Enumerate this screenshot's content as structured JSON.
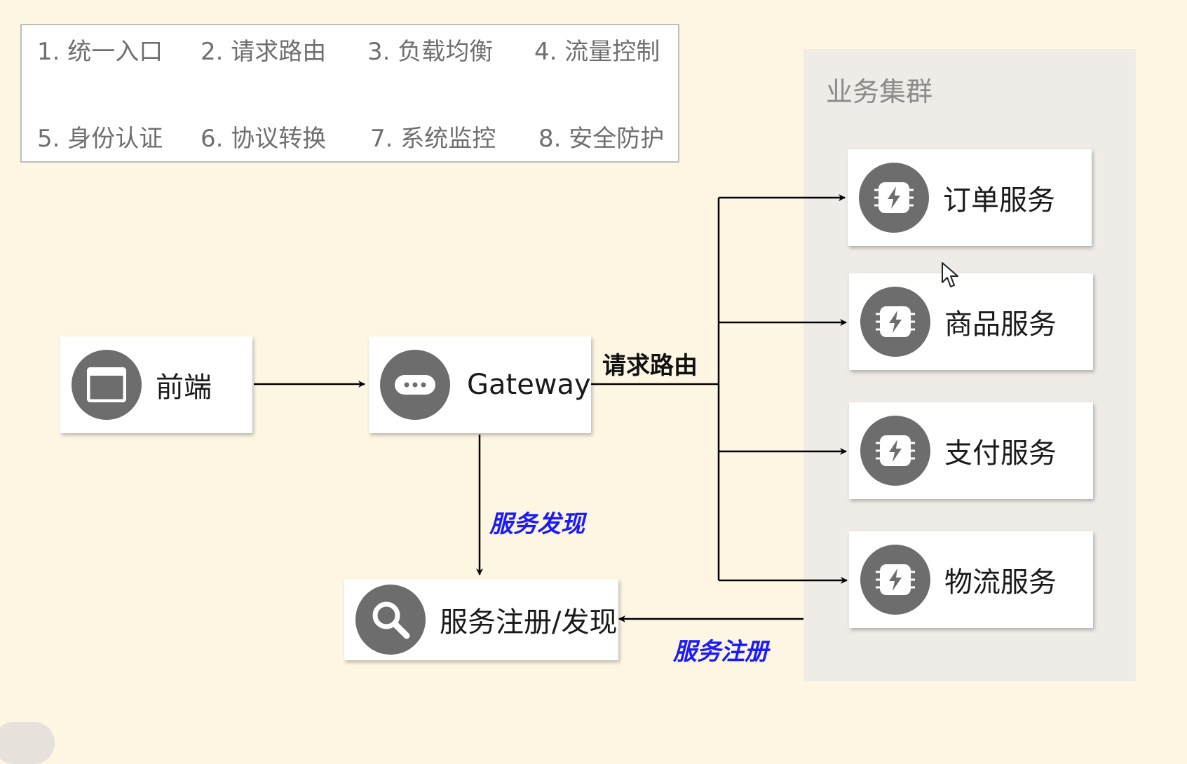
{
  "features": {
    "items": [
      "1. 统一入口",
      "2. 请求路由",
      "3. 负载均衡",
      "4. 流量控制",
      "5. 身份认证",
      "6. 协议转换",
      "7. 系统监控",
      "8. 安全防护"
    ]
  },
  "cluster": {
    "label": "业务集群"
  },
  "nodes": {
    "frontend": {
      "label": "前端",
      "icon": "browser-window-icon"
    },
    "gateway": {
      "label": "Gateway",
      "icon": "ellipsis-icon"
    },
    "registry": {
      "label": "服务注册/发现",
      "icon": "search-icon"
    },
    "services": [
      {
        "label": "订单服务",
        "icon": "lightning-chip-icon"
      },
      {
        "label": "商品服务",
        "icon": "lightning-chip-icon"
      },
      {
        "label": "支付服务",
        "icon": "lightning-chip-icon"
      },
      {
        "label": "物流服务",
        "icon": "lightning-chip-icon"
      }
    ]
  },
  "edges": {
    "routing_label": "请求路由",
    "discovery_label": "服务发现",
    "register_label": "服务注册"
  },
  "colors": {
    "background": "#fdf6e3",
    "cluster": "#efebe6",
    "icon": "#6d6d6d",
    "edge_label_highlight": "#1a1aff"
  }
}
